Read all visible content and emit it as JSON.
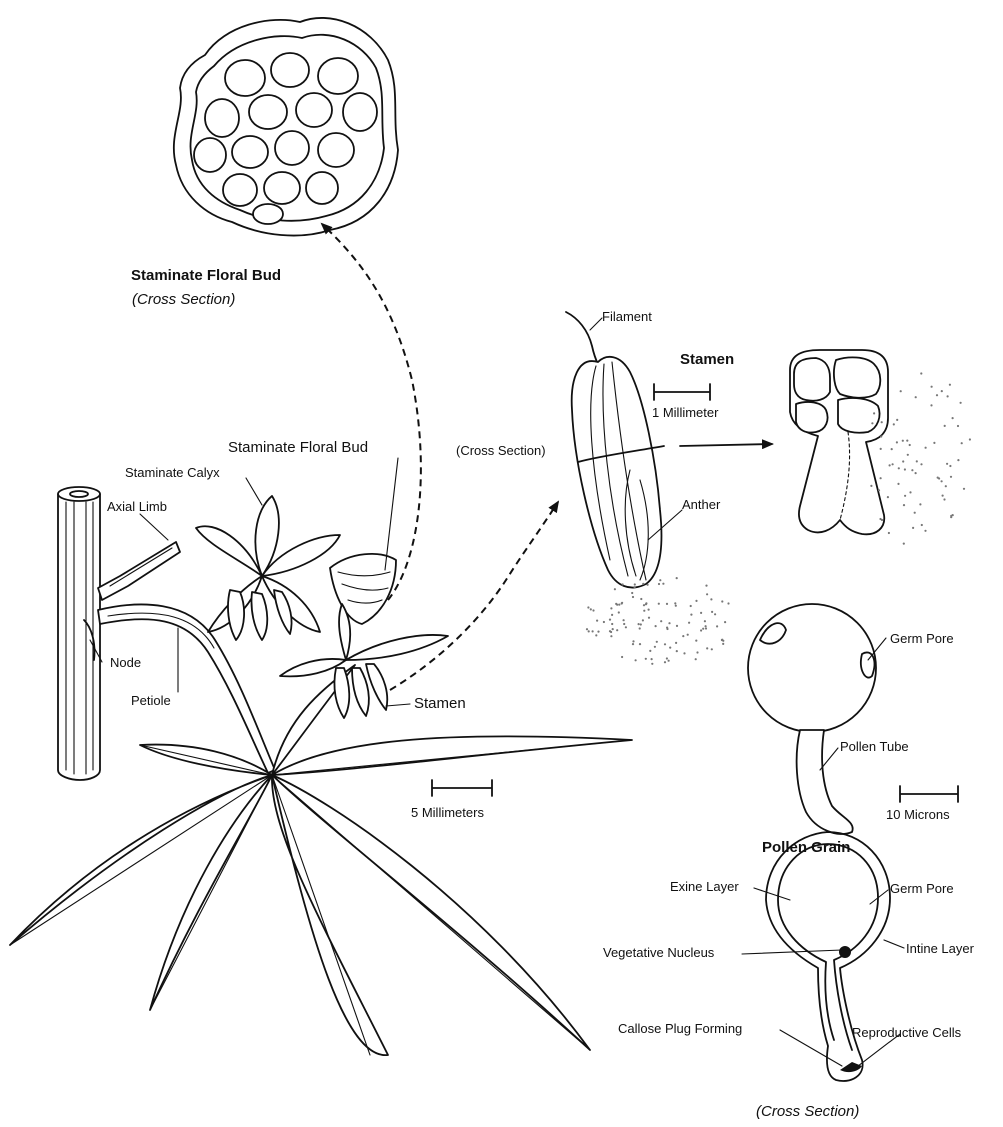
{
  "colors": {
    "ink": "#111111",
    "paper": "#ffffff",
    "stipple": "#777777"
  },
  "labels": {
    "bud_cross_title": "Staminate Floral Bud",
    "bud_cross_sub": "(Cross Section)",
    "filament": "Filament",
    "stamen_title": "Stamen",
    "scale_1mm": "1 Millimeter",
    "cross_section_inline": "(Cross Section)",
    "anther": "Anther",
    "staminate_floral_bud": "Staminate Floral Bud",
    "staminate_calyx": "Staminate Calyx",
    "axial_limb": "Axial Limb",
    "node": "Node",
    "petiole": "Petiole",
    "stamen": "Stamen",
    "scale_5mm": "5 Millimeters",
    "germ_pore_1": "Germ Pore",
    "pollen_tube": "Pollen Tube",
    "scale_10um": "10 Microns",
    "pollen_grain_title": "Pollen Grain",
    "exine_layer": "Exine Layer",
    "germ_pore_2": "Germ Pore",
    "vegetative_nucleus": "Vegetative Nucleus",
    "intine_layer": "Intine Layer",
    "callose_plug": "Callose Plug Forming",
    "reproductive_cells": "Reproductive Cells",
    "pollen_cross_sub": "(Cross Section)"
  }
}
